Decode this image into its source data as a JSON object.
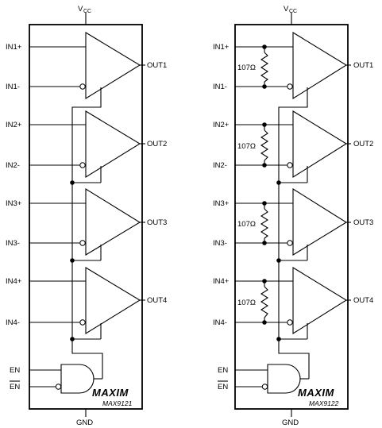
{
  "chips": [
    {
      "vcc_main": "V",
      "vcc_sub": "CC",
      "gnd": "GND",
      "part": "MAX9121",
      "logo": "MAXIM",
      "en": "EN",
      "en_bar": "EN",
      "in_plus": [
        "IN1+",
        "IN2+",
        "IN3+",
        "IN4+"
      ],
      "in_minus": [
        "IN1-",
        "IN2-",
        "IN3-",
        "IN4-"
      ],
      "outs": [
        "OUT1",
        "OUT2",
        "OUT3",
        "OUT4"
      ],
      "resistors": []
    },
    {
      "vcc_main": "V",
      "vcc_sub": "CC",
      "gnd": "GND",
      "part": "MAX9122",
      "logo": "MAXIM",
      "en": "EN",
      "en_bar": "EN",
      "in_plus": [
        "IN1+",
        "IN2+",
        "IN3+",
        "IN4+"
      ],
      "in_minus": [
        "IN1-",
        "IN2-",
        "IN3-",
        "IN4-"
      ],
      "outs": [
        "OUT1",
        "OUT2",
        "OUT3",
        "OUT4"
      ],
      "resistors": [
        "107Ω",
        "107Ω",
        "107Ω",
        "107Ω"
      ]
    }
  ]
}
